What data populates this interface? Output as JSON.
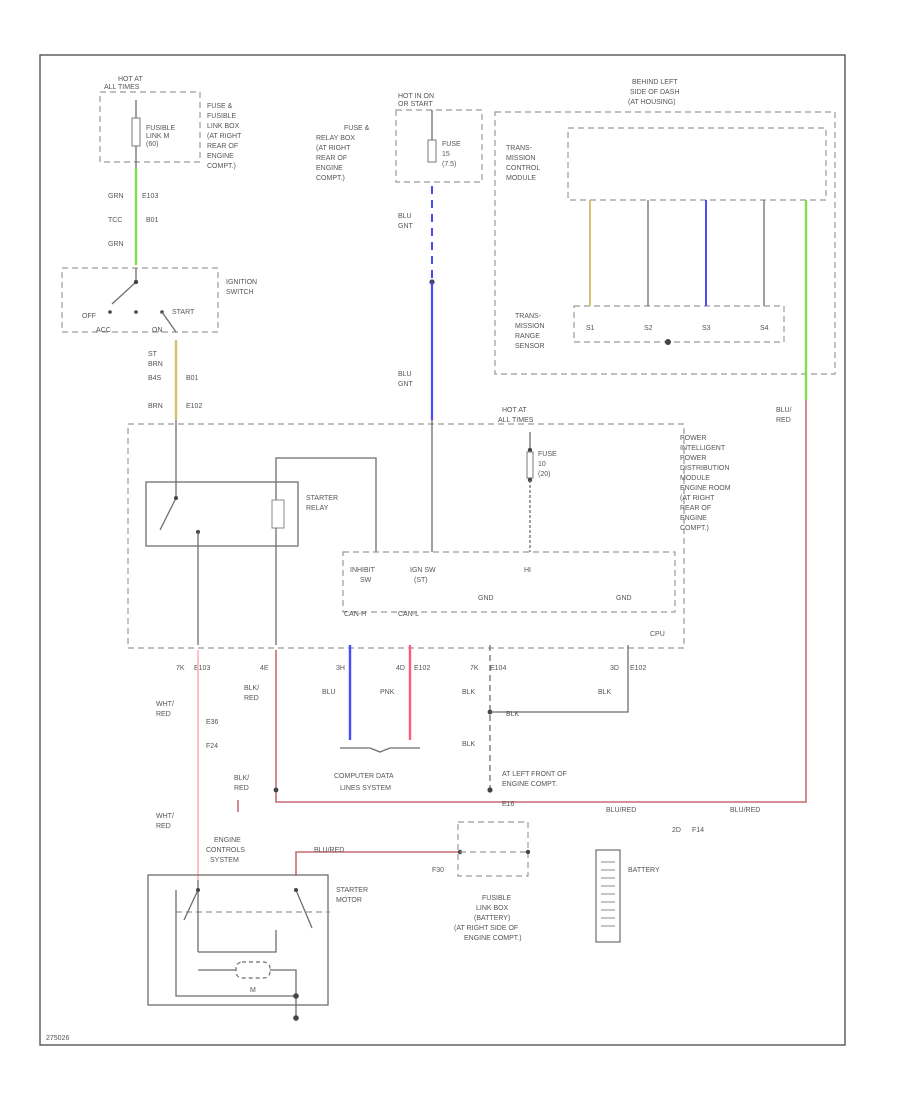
{
  "title": "STARTING",
  "page_code": "275026",
  "colors": {
    "grn": "#7fe04a",
    "yel": "#d8c070",
    "blu": "#4a4aff",
    "pnk": "#ff5a78",
    "red": "#c86a72",
    "blk": "#505050",
    "wire": "#6e6e6e"
  },
  "labels": {
    "hot_alltimes_1": "HOT AT",
    "hot_alltimes_1b": "ALL TIMES",
    "fusible_link": "FUSIBLE",
    "fusible_link_b": "LINK M",
    "fusible_link_c": "(60)",
    "fuse_box_1": "FUSE &",
    "fuse_box_2": "FUSIBLE",
    "fuse_box_3": "LINK BOX",
    "fuse_box_4": "(AT RIGHT",
    "fuse_box_5": "REAR OF",
    "fuse_box_6": "ENGINE",
    "fuse_box_7": "COMPT.)",
    "w_grn1": "GRN",
    "c_e103": "E103",
    "c_tcc": "TCC",
    "c_b01": "B01",
    "w_grn2": "GRN",
    "ign_switch": "IGNITION",
    "ign_switch_b": "SWITCH",
    "ign_off": "OFF",
    "ign_start": "START",
    "ign_acc": "ACC",
    "ign_on": "ON",
    "w_yel_a": "ST",
    "w_yel_b": "BRN",
    "w_yel_c": "B4S",
    "w_yel_d": "B01",
    "w_brn": "BRN",
    "c_e102": "E102",
    "hot_inon": "HOT IN ON",
    "hot_inon_b": "OR START",
    "fuse_relay_1": "FUSE &",
    "fuse_relay_2": "RELAY BOX",
    "fuse_relay_3": "(AT RIGHT",
    "fuse_relay_4": "REAR OF",
    "fuse_relay_5": "ENGINE",
    "fuse_relay_6": "COMPT.)",
    "fuse_15": "FUSE",
    "fuse_15b": "15",
    "fuse_15c": "(7.5)",
    "w_blu_1": "BLU",
    "w_blu_1b": "GNT",
    "w_blu_2": "BLU",
    "w_blu_2b": "GNT",
    "behind_left": "BEHIND LEFT",
    "behind_left_b": "SIDE OF DASH",
    "behind_left_c": "(AT HOUSING)",
    "tcm": "TRANS-",
    "tcm_b": "MISSION",
    "tcm_c": "CONTROL",
    "tcm_d": "MODULE",
    "tr_sensor": "TRANS-",
    "tr_sensor_b": "MISSION",
    "tr_sensor_c": "RANGE",
    "tr_sensor_d": "SENSOR",
    "s1": "S1",
    "s2": "S2",
    "s3": "S3",
    "s4": "S4",
    "hot_alltimes_2": "HOT AT",
    "hot_alltimes_2b": "ALL TIMES",
    "fuse_10": "FUSE",
    "fuse_10b": "10",
    "fuse_10c": "(20)",
    "pdm_1": "POWER",
    "pdm_2": "INTELLIGENT",
    "pdm_3": "POWER",
    "pdm_4": "DISTRIBUTION",
    "pdm_5": "MODULE",
    "pdm_6": "ENGINE ROOM",
    "pdm_7": "(AT RIGHT",
    "pdm_8": "REAR OF",
    "pdm_9": "ENGINE",
    "pdm_10": "COMPT.)",
    "starter_relay": "STARTER",
    "starter_relay_b": "RELAY",
    "cpu": "CPU",
    "inhibit": "INHIBIT",
    "inhibit_b": "SW",
    "ign_sw": "IGN SW",
    "ign_sw_b": "(ST)",
    "hi": "HI",
    "gnd1": "GND",
    "gnd2": "GND",
    "can_h": "CAN-H",
    "can_l": "CAN-L",
    "pin_e103": "E103",
    "pin_e102": "E102",
    "pin_e104": "E104",
    "w_wht": "WHT/",
    "w_wht_b": "RED",
    "w_wht2": "WHT/",
    "w_wht2_b": "RED",
    "c_e36": "E36",
    "c_f24": "F24",
    "w_blk_red": "BLK/",
    "w_blk_red_b": "RED",
    "w_blk_red2": "BLK/",
    "w_blk_red2_b": "RED",
    "w_blu3": "BLU",
    "w_pnk": "PNK",
    "w_blk1": "BLK",
    "w_blk2": "BLK",
    "w_blk3": "BLK",
    "w_blk4": "BLK",
    "comp_data": "COMPUTER DATA",
    "comp_data_b": "LINES SYSTEM",
    "gnd_loc": "AT LEFT FRONT OF",
    "gnd_loc_b": "ENGINE COMPT.",
    "gnd_id": "E16",
    "w_blu_red": "BLU/",
    "w_blu_red_b": "RED",
    "blured_a": "BLU/RED",
    "blured_b": "BLU/RED",
    "c_f14": "F14",
    "ecs": "ENGINE",
    "ecs_b": "CONTROLS",
    "ecs_c": "SYSTEM",
    "w_blured3": "BLU/RED",
    "starter_motor": "STARTER",
    "starter_motor_b": "MOTOR",
    "fusible_batt": "FUSIBLE",
    "fusible_batt_b": "LINK BOX",
    "fusible_batt_c": "(BATTERY)",
    "fusible_batt_d": "(AT RIGHT SIDE OF",
    "fusible_batt_e": "ENGINE COMPT.)",
    "c_f30": "F30",
    "battery": "BATTERY",
    "m": "M"
  }
}
